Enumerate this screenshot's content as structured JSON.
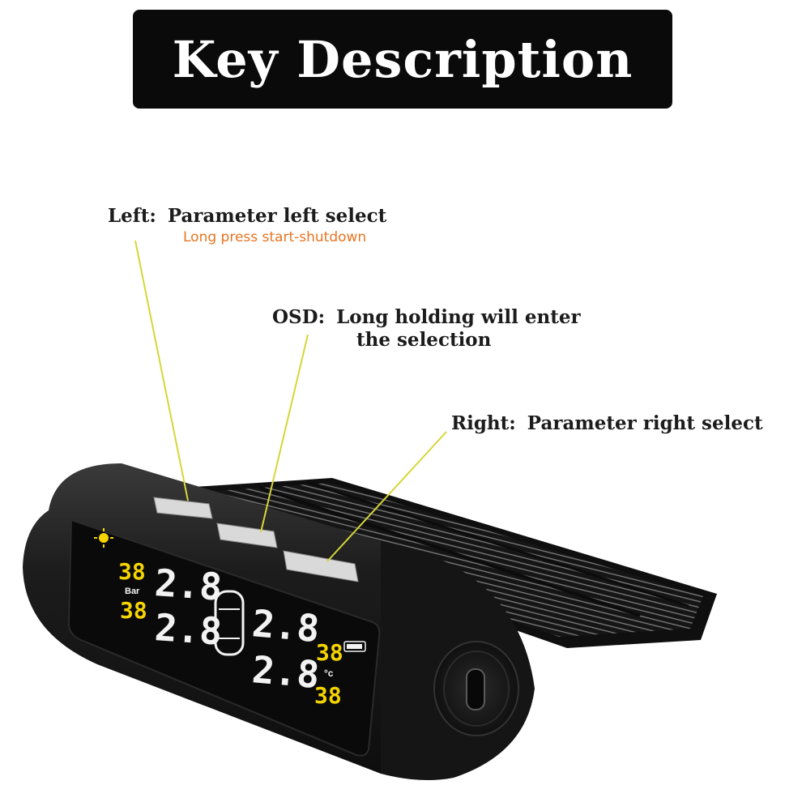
{
  "title": "Key Description",
  "keys": {
    "left": {
      "key": "Left:",
      "description": "Parameter left select",
      "note": "Long press start-shutdown"
    },
    "osd": {
      "key": "OSD:",
      "description": "Long holding will enter",
      "description_line2": "the selection"
    },
    "right": {
      "key": "Right:",
      "description": "Parameter right select"
    }
  },
  "display": {
    "temp_values": [
      "38",
      "38",
      "38",
      "38"
    ],
    "pressure_values": [
      "2.8",
      "2.8",
      "2.8",
      "2.8"
    ],
    "pressure_unit": "Bar",
    "temp_unit": "°c"
  },
  "colors": {
    "title_bg": "#0a0a0a",
    "note_text": "#e8741f",
    "leader_line": "#d6d63a",
    "lcd_yellow": "#f5d400",
    "lcd_white": "#f2f2f2",
    "device_body": "#1b1b1b"
  },
  "icons": [
    "sun-icon",
    "car-icon",
    "battery-icon",
    "usb-c-port-icon"
  ]
}
